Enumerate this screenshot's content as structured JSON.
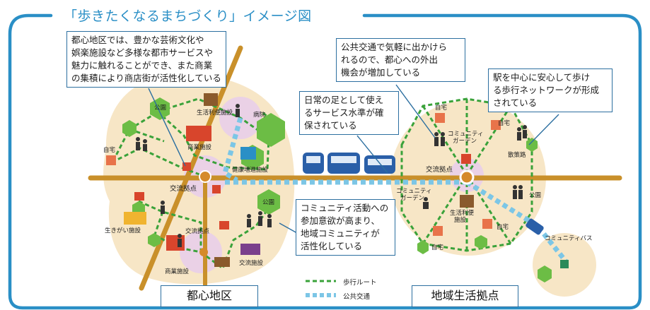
{
  "title": "「歩きたくなるまちづくり」イメージ図",
  "callouts": {
    "urban_center": "都心地区では、豊かな芸術文化や\n娯楽施設など多様な都市サービスや\n魅力に触れることができ、また商業\nの集積により商店街が活性化している",
    "public_transport": "公共交通で気軽に出かけら\nれるので、都心への外出\n機会が増加している",
    "daily_service": "日常の足として使え\nるサービス水準が確\n保されている",
    "walking_network": "駅を中心に安心して歩け\nる歩行ネットワークが形成\nされている",
    "community": "コミュニティ活動への\n参加意欲が高まり、\n地域コミュニティが\n活性化している"
  },
  "labels": {
    "park": "公園",
    "living_facility": "生活利便施設",
    "commercial": "商業施設",
    "home": "自宅",
    "health_facility": "健康増進施設",
    "hospital": "病院",
    "exchange_hub": "交流拠点",
    "ikigai_facility": "生きがい施設",
    "exchange_facility": "交流施設",
    "community_garden": "コミュニティガーデン",
    "community_garden_a": "コミュニティ",
    "community_garden_b": "ガーデン",
    "walking_path": "散策路",
    "community_bus": "コミュニティバス",
    "living_facility_a": "生活利便",
    "living_facility_b": "施設"
  },
  "areas": {
    "urban": "都心地区",
    "local": "地域生活拠点"
  },
  "legend": {
    "walk_route": "歩行ルート",
    "public_transport": "公共交通"
  },
  "colors": {
    "accent_blue": "#2a8fc6",
    "frame_blue": "#2c6fa0",
    "road": "#c9902a",
    "walk_green": "#3aa23a",
    "transit_blue": "#7cc6e6",
    "urban_bg": "#f7e6c6",
    "district_pink": "#ead1e6",
    "hex_green": "#6cbd45",
    "building_red": "#d8452c"
  }
}
